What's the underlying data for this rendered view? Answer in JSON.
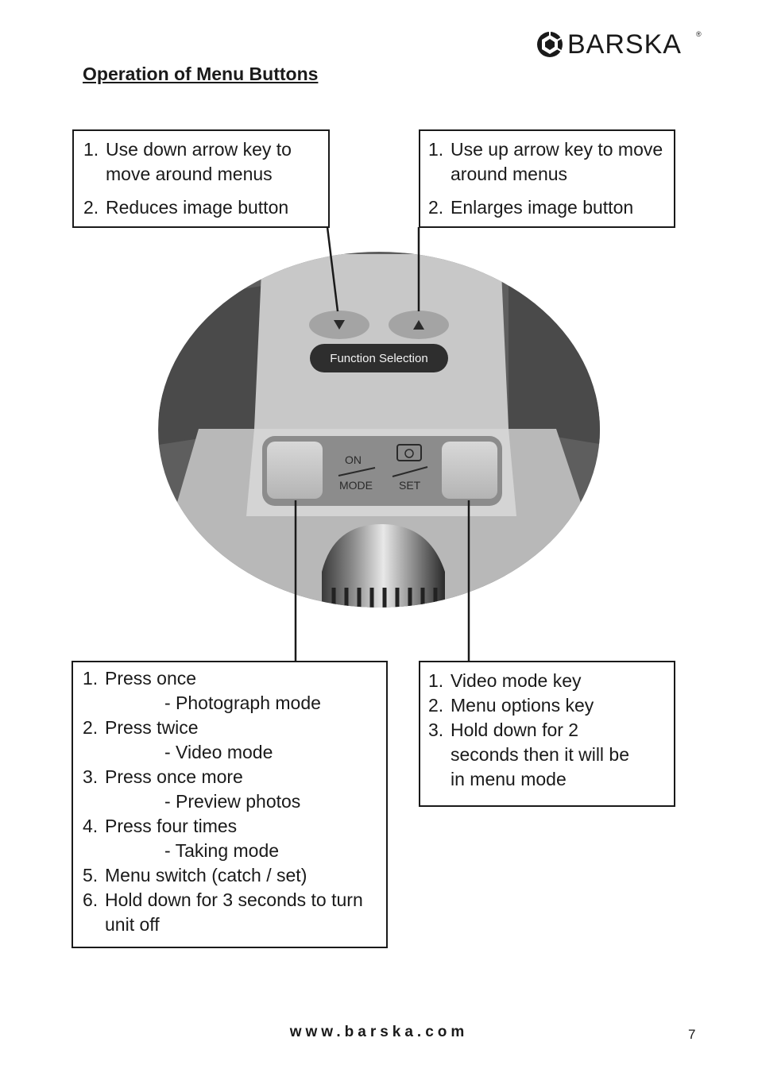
{
  "brand": {
    "name": "BARSKA",
    "logo_icon": "aperture-icon"
  },
  "title": "Operation of Menu Buttons",
  "callouts": {
    "top_left": [
      {
        "num": "1.",
        "text": "Use down arrow key to move around menus"
      },
      {
        "num": "2.",
        "text": "Reduces image button"
      }
    ],
    "top_right": [
      {
        "num": "1.",
        "text": "Use up arrow key to move around menus"
      },
      {
        "num": "2.",
        "text": "Enlarges image button"
      }
    ],
    "bottom_left": [
      {
        "num": "1.",
        "text": "Press once",
        "sub": "- Photograph mode"
      },
      {
        "num": "2.",
        "text": "Press twice",
        "sub": "- Video mode"
      },
      {
        "num": "3.",
        "text": "Press once more",
        "sub": "- Preview photos"
      },
      {
        "num": "4.",
        "text": "Press four times",
        "sub": "- Taking mode"
      },
      {
        "num": "5.",
        "text": "Menu switch (catch / set)"
      },
      {
        "num": "6.",
        "text": "Hold down for 3 seconds to turn unit off"
      }
    ],
    "bottom_right": [
      {
        "num": "1.",
        "text": "Video mode key"
      },
      {
        "num": "2.",
        "text": "Menu options key"
      },
      {
        "num": "3.",
        "text": "Hold down for 2 seconds then it will be in menu mode"
      }
    ]
  },
  "device": {
    "function_label": "Function Selection",
    "on_label": "ON",
    "mode_label": "MODE",
    "set_label": "SET"
  },
  "footer": {
    "url": "www.barska.com",
    "page": "7"
  }
}
